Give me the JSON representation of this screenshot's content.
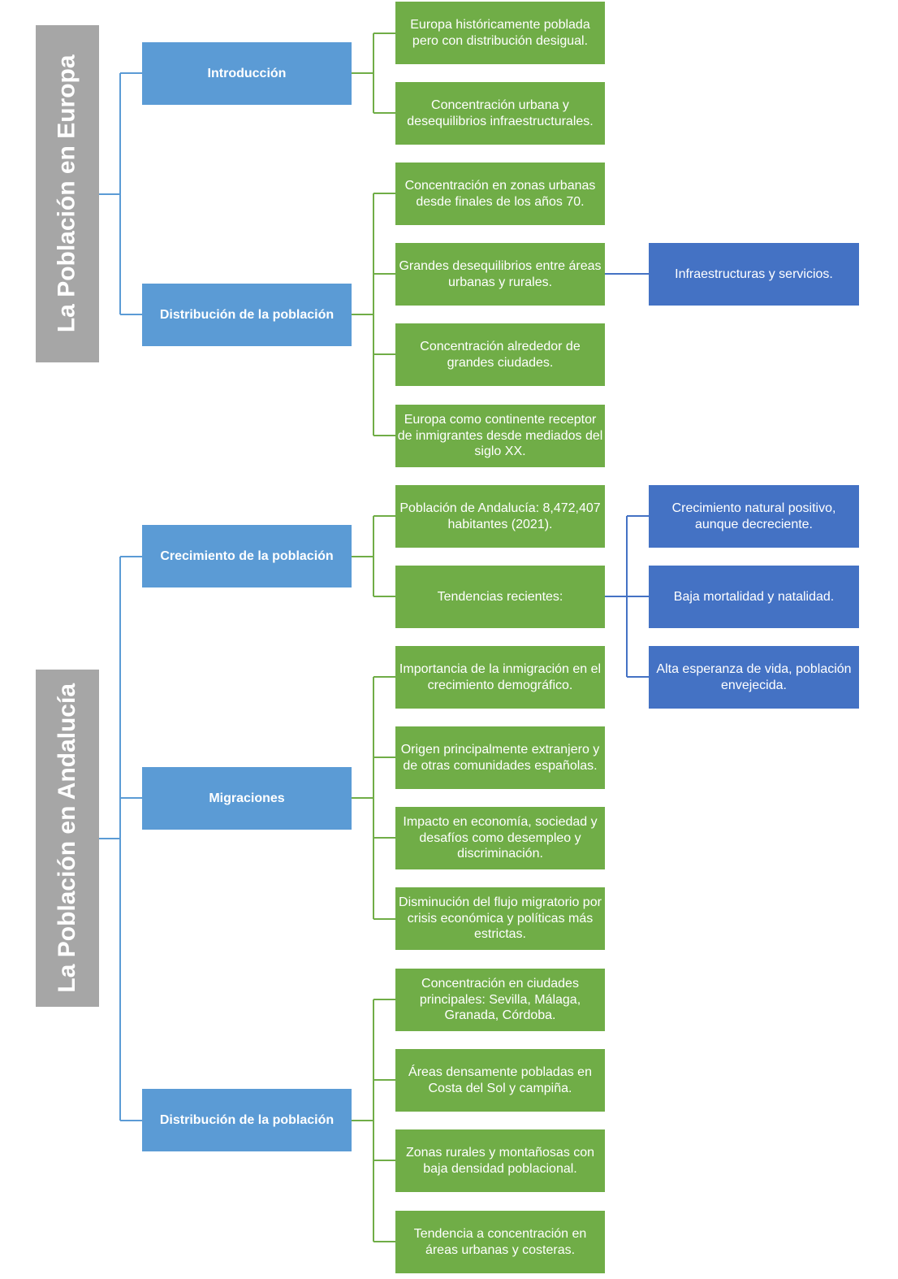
{
  "colors": {
    "root": "#a6a6a6",
    "category": "#5b9bd5",
    "detail": "#70ad47",
    "subdetail": "#4472c4",
    "line_blue": "#5b9bd5",
    "line_green": "#70ad47",
    "line_dark_blue": "#4472c4"
  },
  "europa": {
    "title": "La Población en Europa",
    "introduccion": {
      "label": "Introducción",
      "items": [
        "Europa históricamente poblada pero con distribución desigual.",
        "Concentración urbana y desequilibrios infraestructurales."
      ]
    },
    "distribucion": {
      "label": "Distribución de la población",
      "items": [
        "Concentración en zonas urbanas desde finales de los años 70.",
        "Grandes desequilibrios entre áreas urbanas y rurales.",
        "Concentración alrededor de grandes ciudades.",
        "Europa como continente receptor de inmigrantes desde mediados del siglo XX."
      ],
      "sub": [
        "Infraestructuras y servicios."
      ]
    }
  },
  "andalucia": {
    "title": "La Población en Andalucía",
    "crecimiento": {
      "label": "Crecimiento de la población",
      "items": [
        "Población de Andalucía: 8,472,407 habitantes (2021).",
        "Tendencias recientes:"
      ],
      "sub": [
        "Crecimiento natural positivo, aunque decreciente.",
        "Baja mortalidad y natalidad.",
        "Alta esperanza de vida, población envejecida."
      ]
    },
    "migraciones": {
      "label": "Migraciones",
      "items": [
        "Importancia de la inmigración en el crecimiento demográfico.",
        "Origen principalmente extranjero y de otras comunidades españolas.",
        "Impacto en economía, sociedad y desafíos como desempleo y discriminación.",
        "Disminución del flujo migratorio por crisis económica y políticas más estrictas."
      ]
    },
    "distribucion": {
      "label": "Distribución de la población",
      "items": [
        "Concentración en ciudades principales: Sevilla, Málaga, Granada, Córdoba.",
        "Áreas densamente pobladas en Costa del Sol y campiña.",
        "Zonas rurales y montañosas con baja densidad poblacional.",
        "Tendencia a concentración en áreas urbanas y costeras."
      ]
    }
  }
}
